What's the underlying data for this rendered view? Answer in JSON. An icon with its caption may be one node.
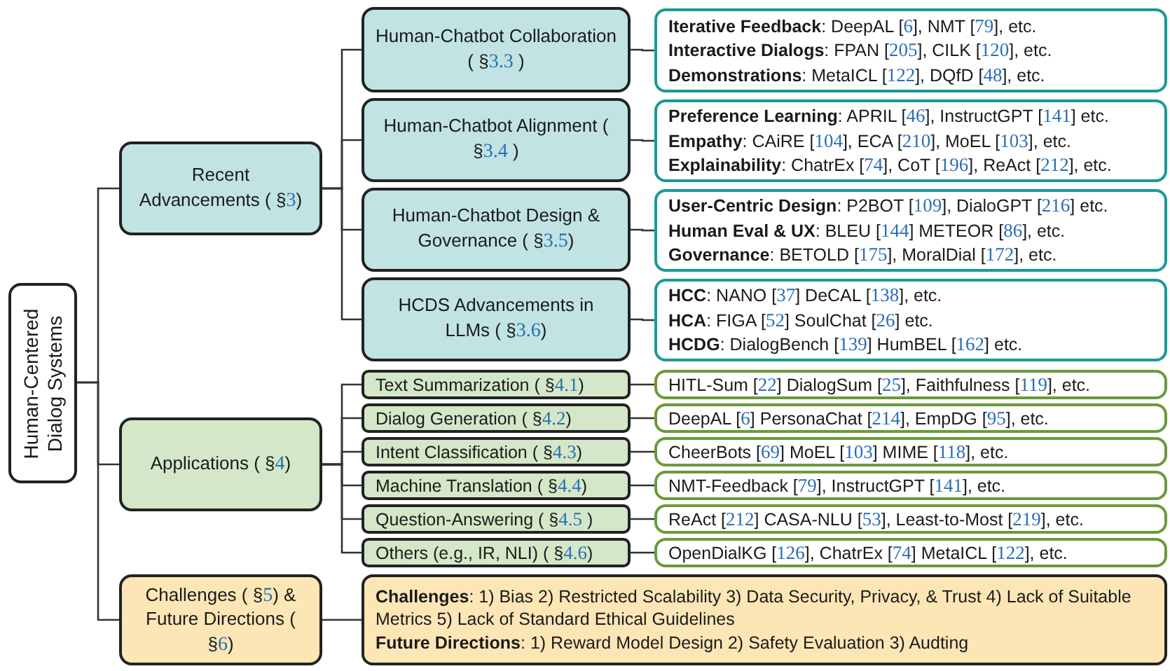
{
  "diagram": {
    "nodes": [
      {
        "text": [
          "Human-Centered Dialog Systems"
        ]
      },
      {
        "text": [
          "Recent Advancements ( §3)"
        ]
      },
      {
        "text": [
          "Human-Chatbot Collaboration ( §3.3 )"
        ]
      },
      {
        "text": [
          "**Iterative Feedback**: DeepAL [6], NMT [79], etc.",
          "**Interactive Dialogs**: FPAN [205], CILK [120], etc.",
          "**Demonstrations**: MetaICL [122], DQfD [48], etc."
        ]
      },
      {
        "text": [
          "Human-Chatbot Alignment ( §3.4 )"
        ]
      },
      {
        "text": [
          "**Preference Learning**: APRIL [46], InstructGPT [141] etc.",
          "**Empathy**: CAiRE [104], ECA [210], MoEL [103], etc.",
          "**Explainability**: ChatrEx [74], CoT [196], ReAct [212], etc."
        ]
      },
      {
        "text": [
          "Human-Chatbot Design & Governance ( §3.5)"
        ]
      },
      {
        "text": [
          "**User-Centric Design**: P2BOT [109], DialoGPT [216] etc.",
          "**Human Eval & UX**: BLEU [144] METEOR [86], etc.",
          "**Governance**: BETOLD [175], MoralDial [172], etc."
        ]
      },
      {
        "text": [
          "HCDS Advancements in LLMs ( §3.6)"
        ]
      },
      {
        "text": [
          "**HCC**: NANO [37] DeCAL [138], etc.",
          "**HCA**: FIGA [52] SoulChat [26] etc.",
          "**HCDG**: DialogBench [139] HumBEL [162] etc."
        ]
      },
      {
        "text": [
          "Applications ( §4)"
        ]
      },
      {
        "text": [
          "Text Summarization ( §4.1)"
        ]
      },
      {
        "text": [
          "HITL-Sum [22] DialogSum [25], Faithfulness [119], etc."
        ]
      },
      {
        "text": [
          "Dialog Generation ( §4.2)"
        ]
      },
      {
        "text": [
          "DeepAL [6] PersonaChat [214], EmpDG [95], etc."
        ]
      },
      {
        "text": [
          "Intent Classification ( §4.3)"
        ]
      },
      {
        "text": [
          "CheerBots [69] MoEL [103] MIME [118], etc."
        ]
      },
      {
        "text": [
          "Machine Translation ( §4.4)"
        ]
      },
      {
        "text": [
          "NMT-Feedback [79], InstructGPT [141], etc."
        ]
      },
      {
        "text": [
          "Question-Answering ( §4.5 )"
        ]
      },
      {
        "text": [
          "ReAct [212] CASA-NLU [53], Least-to-Most [219], etc."
        ]
      },
      {
        "text": [
          "Others (e.g., IR, NLI) ( §4.6)"
        ]
      },
      {
        "text": [
          "OpenDialKG [126], ChatrEx [74] MetaICL [122], etc."
        ]
      },
      {
        "text": [
          "Challenges ( §5) & Future Directions ( §6)"
        ]
      },
      {
        "text": [
          "**Challenges**: 1) Bias 2) Restricted Scalability 3) Data Security, Privacy, & Trust 4) Lack of Suitable Metrics 5) Lack of Standard Ethical Guidelines",
          "**Future Directions**: 1) Reward Model Design 2) Safety Evaluation 3) Audting"
        ]
      }
    ],
    "edges": [
      {
        "from": 0,
        "to": 1,
        "arrow": "none"
      },
      {
        "from": 0,
        "to": 10,
        "arrow": "none"
      },
      {
        "from": 0,
        "to": 23,
        "arrow": "none"
      },
      {
        "from": 1,
        "to": 2,
        "arrow": "none"
      },
      {
        "from": 1,
        "to": 4,
        "arrow": "none"
      },
      {
        "from": 1,
        "to": 6,
        "arrow": "none"
      },
      {
        "from": 1,
        "to": 8,
        "arrow": "none"
      },
      {
        "from": 2,
        "to": 3,
        "arrow": "none"
      },
      {
        "from": 4,
        "to": 5,
        "arrow": "none"
      },
      {
        "from": 6,
        "to": 7,
        "arrow": "none"
      },
      {
        "from": 8,
        "to": 9,
        "arrow": "none"
      },
      {
        "from": 10,
        "to": 11,
        "arrow": "none"
      },
      {
        "from": 10,
        "to": 13,
        "arrow": "none"
      },
      {
        "from": 10,
        "to": 15,
        "arrow": "none"
      },
      {
        "from": 10,
        "to": 17,
        "arrow": "none"
      },
      {
        "from": 10,
        "to": 19,
        "arrow": "none"
      },
      {
        "from": 10,
        "to": 21,
        "arrow": "none"
      },
      {
        "from": 11,
        "to": 12,
        "arrow": "none"
      },
      {
        "from": 13,
        "to": 14,
        "arrow": "none"
      },
      {
        "from": 15,
        "to": 16,
        "arrow": "none"
      },
      {
        "from": 17,
        "to": 18,
        "arrow": "none"
      },
      {
        "from": 19,
        "to": 20,
        "arrow": "none"
      },
      {
        "from": 21,
        "to": 22,
        "arrow": "none"
      },
      {
        "from": 23,
        "to": 24,
        "arrow": "none"
      }
    ]
  }
}
